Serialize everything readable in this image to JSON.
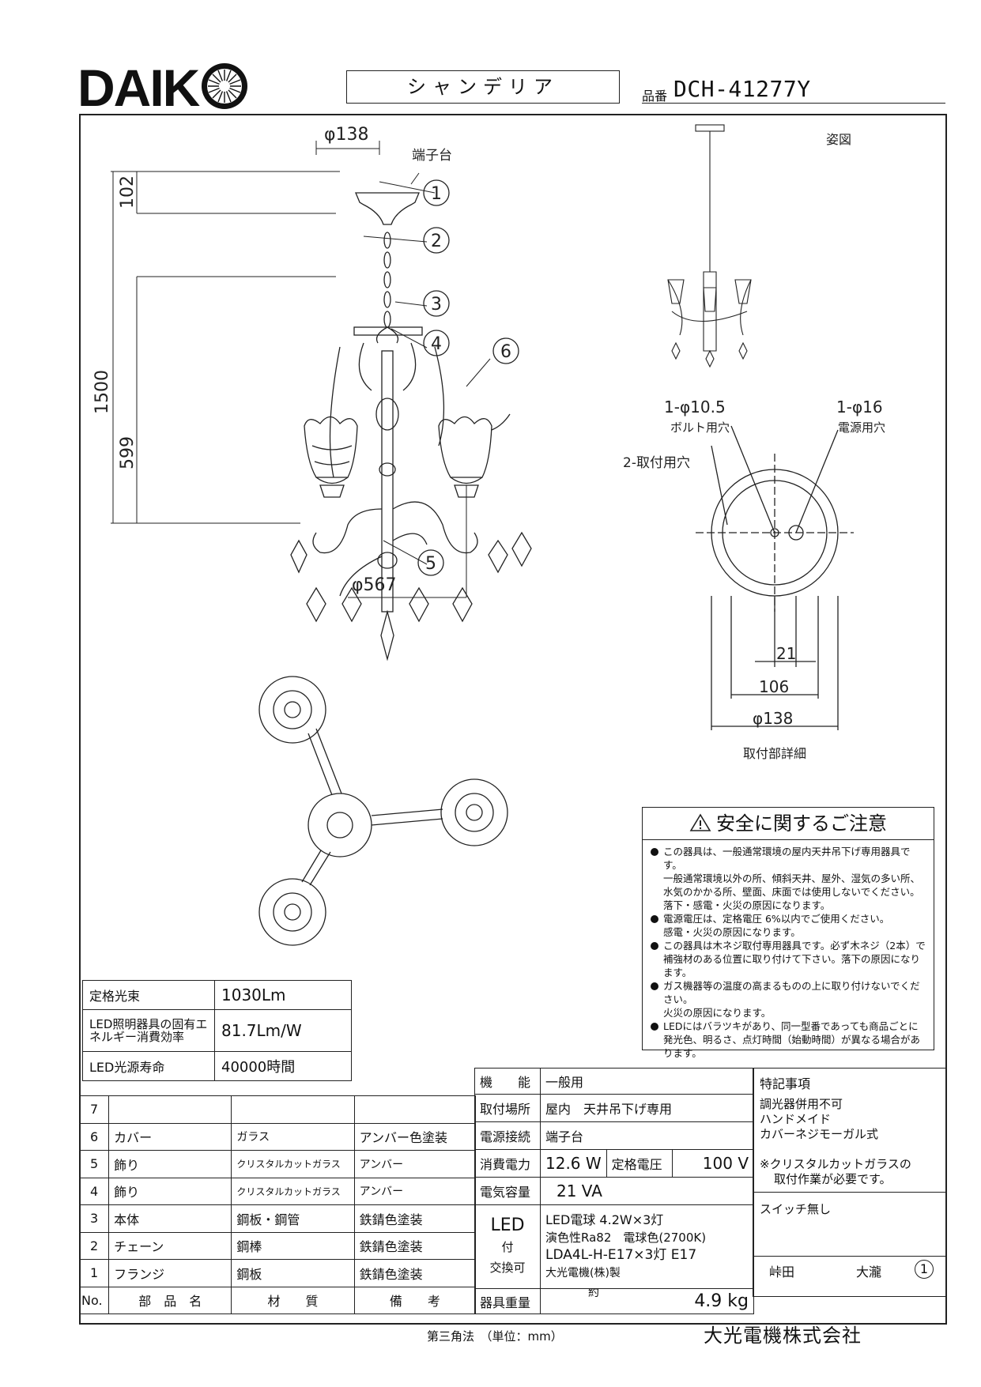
{
  "header": {
    "brand": "DAIK",
    "product_type": "シャンデリア",
    "model_label": "品番",
    "model_number": "DCH-41277Y"
  },
  "drawing": {
    "view_label": "姿図",
    "terminal_label": "端子台",
    "dim_top_dia": "φ138",
    "dim_102": "102",
    "dim_1500": "1500",
    "dim_599": "599",
    "dim_width": "φ567",
    "callouts": [
      "1",
      "2",
      "3",
      "4",
      "5",
      "6"
    ],
    "bolt_hole_dim": "1-φ10.5",
    "bolt_hole_label": "ボルト用穴",
    "power_hole_dim": "1-φ16",
    "power_hole_label": "電源用穴",
    "mount_hole_label": "2-取付用穴",
    "dim_21": "21",
    "dim_106": "106",
    "dim_138": "φ138",
    "detail_label": "取付部詳細"
  },
  "safety": {
    "title": "安全に関するご注意",
    "items": [
      [
        "この器具は、一般通常環境の屋内天井吊下げ専用器具です。",
        "一般通常環境以外の所、傾斜天井、屋外、湿気の多い所、",
        "水気のかかる所、壁面、床面では使用しないでください。",
        "落下・感電・火災の原因になります。"
      ],
      [
        "電源電圧は、定格電圧 6%以内でご使用ください。",
        "感電・火災の原因になります。"
      ],
      [
        "この器具は木ネジ取付専用器具です。必ず木ネジ（2本）で",
        "補強材のある位置に取り付けて下さい。落下の原因になります。"
      ],
      [
        "ガス機器等の温度の高まるものの上に取り付けないでください。",
        "火災の原因になります。"
      ],
      [
        "LEDにはバラツキがあり、同一型番であっても商品ごとに",
        "発光色、明るさ、点灯時間（始動時間）が異なる場合があります。"
      ]
    ]
  },
  "spec_table": [
    {
      "label": "定格光束",
      "value": "1030Lm"
    },
    {
      "label": "LED照明器具の固有エネルギー消費効率",
      "value": "81.7Lm/W"
    },
    {
      "label": "LED光源寿命",
      "value": "40000時間"
    }
  ],
  "parts": {
    "rows": [
      {
        "no": "7",
        "name": "",
        "material": "",
        "remark": ""
      },
      {
        "no": "6",
        "name": "カバー",
        "material": "ガラス",
        "remark": "アンバー色塗装"
      },
      {
        "no": "5",
        "name": "飾り",
        "material": "クリスタルカットガラス",
        "remark": "アンバー"
      },
      {
        "no": "4",
        "name": "飾り",
        "material": "クリスタルカットガラス",
        "remark": "アンバー"
      },
      {
        "no": "3",
        "name": "本体",
        "material": "鋼板・鋼管",
        "remark": "鉄錆色塗装"
      },
      {
        "no": "2",
        "name": "チェーン",
        "material": "鋼棒",
        "remark": "鉄錆色塗装"
      },
      {
        "no": "1",
        "name": "フランジ",
        "material": "鋼板",
        "remark": "鉄錆色塗装"
      }
    ],
    "header": {
      "no": "No.",
      "name": "部　品　名",
      "material": "材　　質",
      "remark": "備　　考"
    }
  },
  "specs": {
    "function_label": "機　　能",
    "function": "一般用",
    "mount_label": "取付場所",
    "mount": "屋内　天井吊下げ専用",
    "power_conn_label": "電源接続",
    "power_conn": "端子台",
    "consumption_label": "消費電力",
    "consumption": "12.6 W",
    "voltage_label": "定格電圧",
    "voltage": "100 V",
    "capacity_label": "電気容量",
    "capacity": "21 VA",
    "led_label": "LED",
    "led_label2": "付",
    "led_label3": "交換可",
    "led_line1": "LED電球 4.2W×3灯",
    "led_line2": "演色性Ra82　電球色(2700K)",
    "led_line3": "LDA4L-H-E17×3灯 E17",
    "led_line4": "大光電機(株)製",
    "weight_label": "器具重量",
    "weight_prefix": "約",
    "weight": "4.9 kg"
  },
  "notes": {
    "title": "特記事項",
    "line1": "調光器併用不可",
    "line2": "ハンドメイド",
    "line3": "カバーネジモーガル式",
    "line4": "※クリスタルカットガラスの",
    "line5": "取付作業が必要です。",
    "line6": "スイッチ無し",
    "sign1": "峠田",
    "sign2": "大瀧",
    "sheet": "1"
  },
  "footer": {
    "projection": "第三角法　（単位：mm）",
    "company": "大光電機株式会社"
  }
}
